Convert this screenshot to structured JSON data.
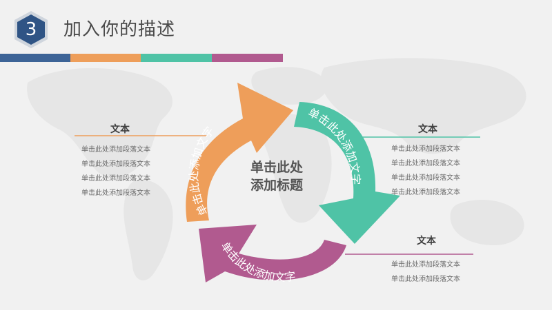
{
  "header": {
    "number": "3",
    "title": "加入你的描述"
  },
  "colors": {
    "blue": "#3d6497",
    "orange": "#ee9e5a",
    "teal": "#4fc3a6",
    "purple": "#b15a8f",
    "badge_blue": "#2f5485"
  },
  "diagram": {
    "center_title": [
      "单击此处",
      "添加标题"
    ],
    "arrow_labels": [
      "单击此处添加文字",
      "单击此处添加文字",
      "单击此处添加文字"
    ]
  },
  "text_blocks": [
    {
      "heading": "文本",
      "lines": [
        "单击此处添加段落文本",
        "单击此处添加段落文本",
        "单击此处添加段落文本",
        "单击此处添加段落文本"
      ]
    },
    {
      "heading": "文本",
      "lines": [
        "单击此处添加段落文本",
        "单击此处添加段落文本",
        "单击此处添加段落文本",
        "单击此处添加段落文本"
      ]
    },
    {
      "heading": "文本",
      "lines": [
        "单击此处添加段落文本",
        "单击此处添加段落文本"
      ]
    }
  ]
}
